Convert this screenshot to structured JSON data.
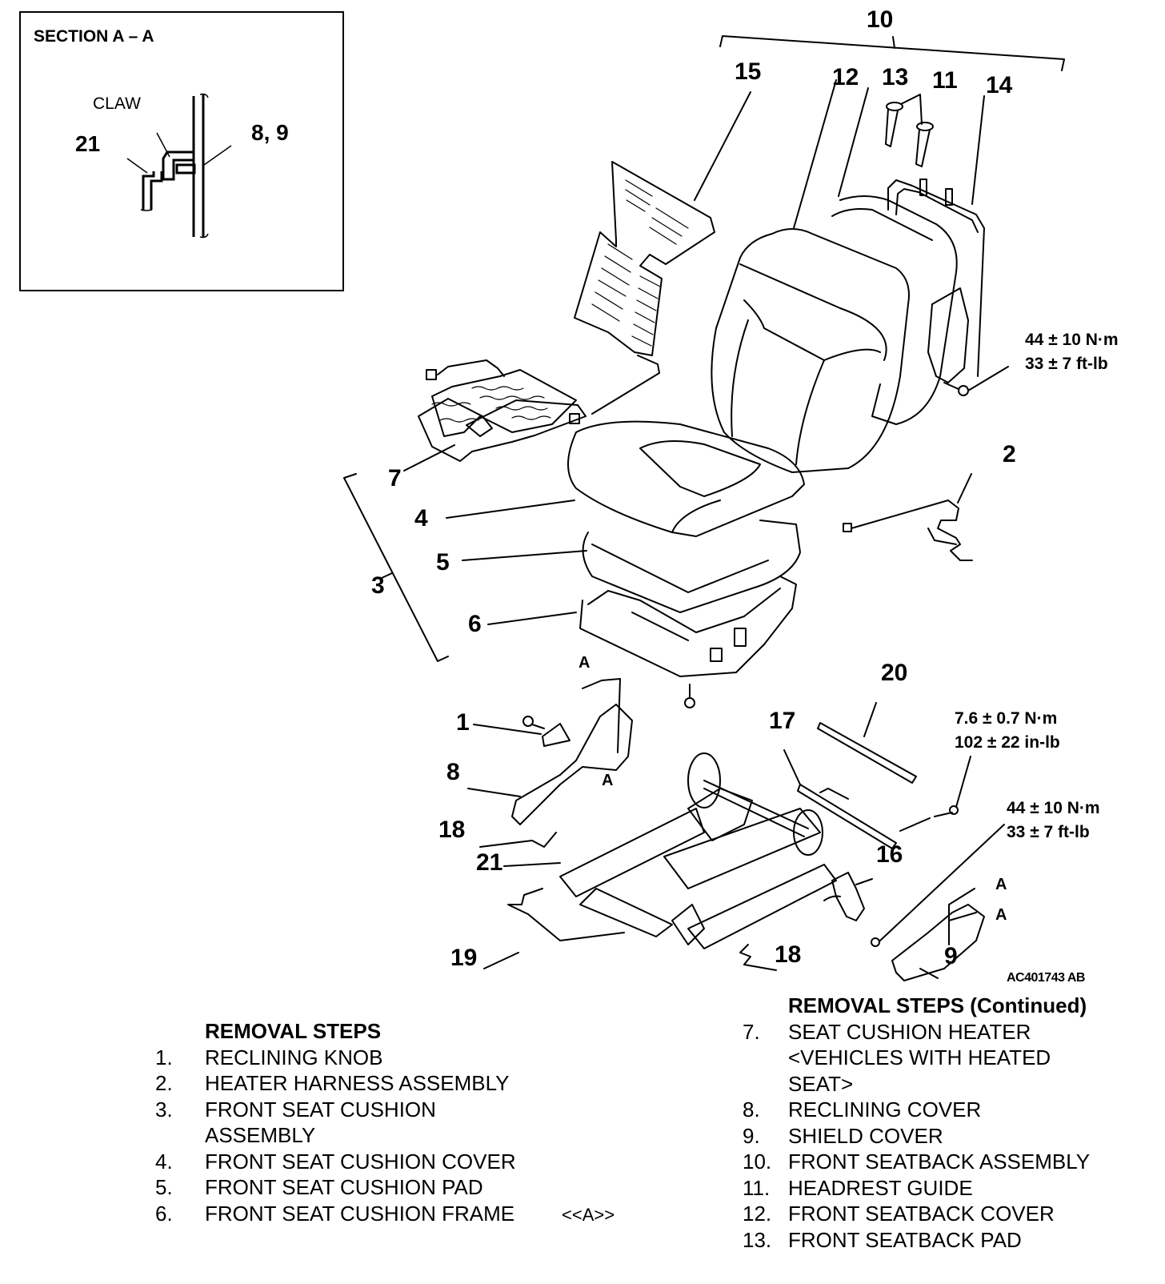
{
  "section_view": {
    "title": "SECTION A – A",
    "claw_label": "CLAW",
    "callouts": [
      "21",
      "8, 9"
    ]
  },
  "callouts": {
    "c1": "1",
    "c2": "2",
    "c3": "3",
    "c4": "4",
    "c5": "5",
    "c6": "6",
    "c7": "7",
    "c8": "8",
    "c9": "9",
    "c10": "10",
    "c11": "11",
    "c12": "12",
    "c13": "13",
    "c14": "14",
    "c15": "15",
    "c16": "16",
    "c17": "17",
    "c18a": "18",
    "c18b": "18",
    "c19": "19",
    "c20": "20",
    "c21": "21"
  },
  "section_markers": {
    "a1": "A",
    "a2": "A",
    "a3": "A",
    "a4": "A"
  },
  "torque_specs": [
    {
      "metric": "44 ± 10 N·m",
      "imperial": "33 ± 7 ft-lb"
    },
    {
      "metric": "7.6 ± 0.7 N·m",
      "imperial": "102 ± 22 in-lb"
    },
    {
      "metric": "44 ± 10 N·m",
      "imperial": "33 ± 7 ft-lb"
    }
  ],
  "reference_code": "AC401743 AB",
  "removal_steps": {
    "heading": "REMOVAL STEPS",
    "heading_continued": "REMOVAL STEPS (Continued)",
    "steps": [
      {
        "num": "1.",
        "text": "RECLINING KNOB"
      },
      {
        "num": "2.",
        "text": "HEATER HARNESS ASSEMBLY"
      },
      {
        "num": "3.",
        "text": "FRONT SEAT CUSHION\nASSEMBLY"
      },
      {
        "num": "4.",
        "text": "FRONT SEAT CUSHION COVER"
      },
      {
        "num": "5.",
        "text": "FRONT SEAT CUSHION PAD"
      },
      {
        "num": "6.",
        "text": "FRONT SEAT CUSHION FRAME",
        "note": "<<A>>"
      },
      {
        "num": "7.",
        "text": "SEAT CUSHION HEATER\n<VEHICLES WITH HEATED\nSEAT>"
      },
      {
        "num": "8.",
        "text": "RECLINING COVER"
      },
      {
        "num": "9.",
        "text": "SHIELD COVER"
      },
      {
        "num": "10.",
        "text": "FRONT SEATBACK ASSEMBLY"
      },
      {
        "num": "11.",
        "text": "HEADREST GUIDE"
      },
      {
        "num": "12.",
        "text": "FRONT SEATBACK COVER"
      },
      {
        "num": "13.",
        "text": "FRONT SEATBACK PAD"
      }
    ]
  }
}
